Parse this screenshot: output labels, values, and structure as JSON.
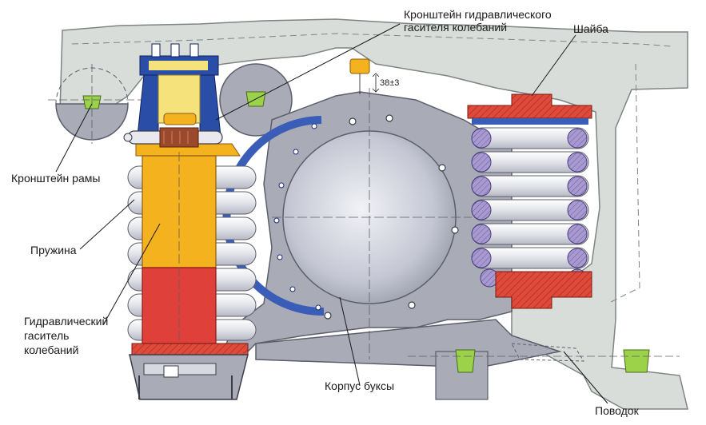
{
  "labels": {
    "bracket_damper_line1": "Кронштейн гидравлического",
    "bracket_damper_line2": "гасителя колебаний",
    "washer": "Шайба",
    "frame_bracket": "Кронштейн рамы",
    "spring": "Пружина",
    "damper_line1": "Гидравлический",
    "damper_line2": "гаситель",
    "damper_line3": "колебаний",
    "axlebox_body": "Корпус буксы",
    "leash": "Поводок"
  },
  "dimension": "38±3",
  "colors": {
    "frame": "#d8ddda",
    "steel_gray": "#a9abb7",
    "spring_coil": "#e6e7ef",
    "spring_section": "#9a8fc4",
    "damper_yellow": "#f4b21f",
    "damper_red": "#e0403a",
    "bracket_blue": "#2a4ea8",
    "pad_green": "#9bd24a",
    "washer_red": "#e04a3a",
    "seal_blue": "#3a5eb8"
  },
  "icons": [
    "damper-icon",
    "spring-icon",
    "axlebox-icon"
  ]
}
